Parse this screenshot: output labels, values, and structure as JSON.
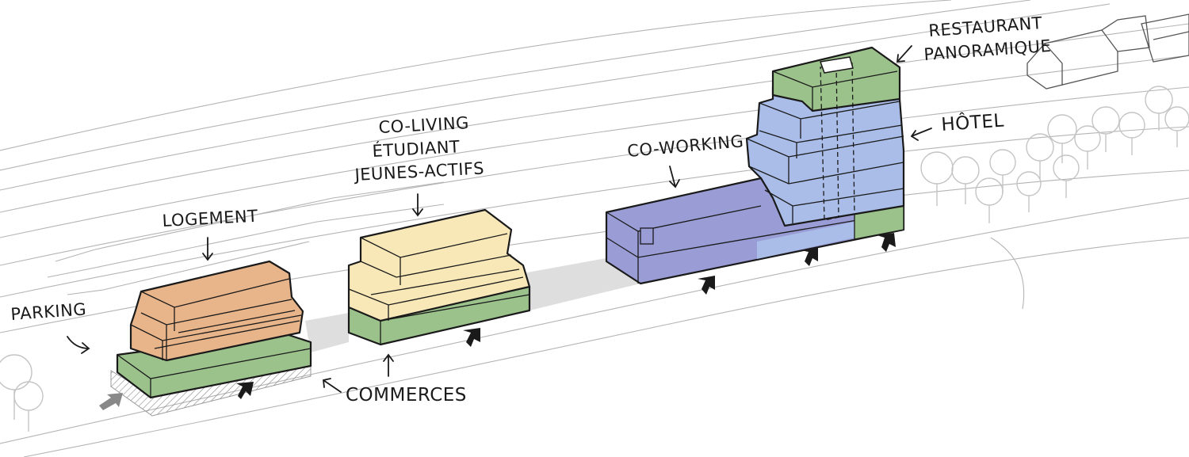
{
  "labels": {
    "parking": "PARKING",
    "logement": "LOGEMENT",
    "coliving_line1": "CO-LIVING",
    "coliving_line2": "ÉTUDIANT",
    "coliving_line3": "JEUNES-ACTIFS",
    "commerces": "COMMERCES",
    "coworking": "CO-WORKING",
    "hotel": "HÔTEL",
    "restaurant_line1": "RESTAURANT",
    "restaurant_line2": "PANORAMIQUE"
  },
  "colors": {
    "logement": "#e8b48a",
    "coliving": "#f8e8b8",
    "coworking": "#9a9cd6",
    "hotel": "#a9bde8",
    "commerces": "#9cc28c",
    "restaurant": "#9cc28c",
    "plaza": "#dedede"
  }
}
